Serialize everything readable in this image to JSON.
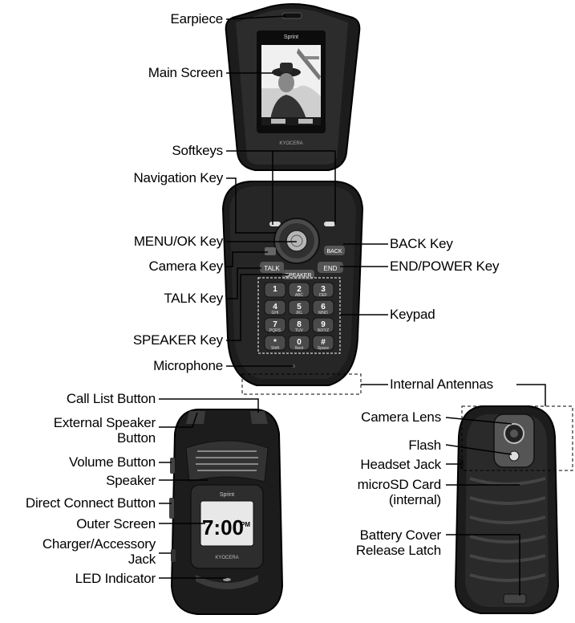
{
  "labels": {
    "earpiece": "Earpiece",
    "main_screen": "Main Screen",
    "softkeys": "Softkeys",
    "navigation_key": "Navigation Key",
    "menu_ok_key": "MENU/OK Key",
    "camera_key": "Camera Key",
    "talk_key": "TALK Key",
    "speaker_key": "SPEAKER Key",
    "microphone": "Microphone",
    "back_key": "BACK Key",
    "end_power_key": "END/POWER Key",
    "keypad": "Keypad",
    "internal_antennas": "Internal Antennas",
    "call_list_button": "Call List Button",
    "external_speaker_button_1": "External Speaker",
    "external_speaker_button_2": "Button",
    "volume_button": "Volume Button",
    "speaker": "Speaker",
    "direct_connect_button": "Direct Connect Button",
    "outer_screen": "Outer Screen",
    "charger_jack_1": "Charger/Accessory",
    "charger_jack_2": "Jack",
    "led_indicator": "LED Indicator",
    "camera_lens": "Camera Lens",
    "flash": "Flash",
    "headset_jack": "Headset Jack",
    "microsd_1": "microSD Card",
    "microsd_2": "(internal)",
    "battery_cover_1": "Battery Cover",
    "battery_cover_2": "Release Latch"
  },
  "device_text": {
    "brand_top": "Sprint",
    "brand_maker": "KYOCERA",
    "key_talk": "TALK",
    "key_speaker": "SPEAKER",
    "key_back": "BACK",
    "key_end": "END",
    "outer_time": "7:00",
    "outer_ampm": "PM",
    "keypad_keys": [
      {
        "d": "1",
        "s": ""
      },
      {
        "d": "2",
        "s": "ABC"
      },
      {
        "d": "3",
        "s": "DEF"
      },
      {
        "d": "4",
        "s": "GHI"
      },
      {
        "d": "5",
        "s": "JKL"
      },
      {
        "d": "6",
        "s": "MNO"
      },
      {
        "d": "7",
        "s": "PQRS"
      },
      {
        "d": "8",
        "s": "TUV"
      },
      {
        "d": "9",
        "s": "WXYZ"
      },
      {
        "d": "*",
        "s": "Shift"
      },
      {
        "d": "0",
        "s": "Next"
      },
      {
        "d": "#",
        "s": "Space"
      }
    ]
  },
  "colors": {
    "phone_body": "#1c1c1c",
    "phone_edge": "#3a3a3a",
    "screen": "#e8e8e8",
    "leader_line": "#000000"
  }
}
